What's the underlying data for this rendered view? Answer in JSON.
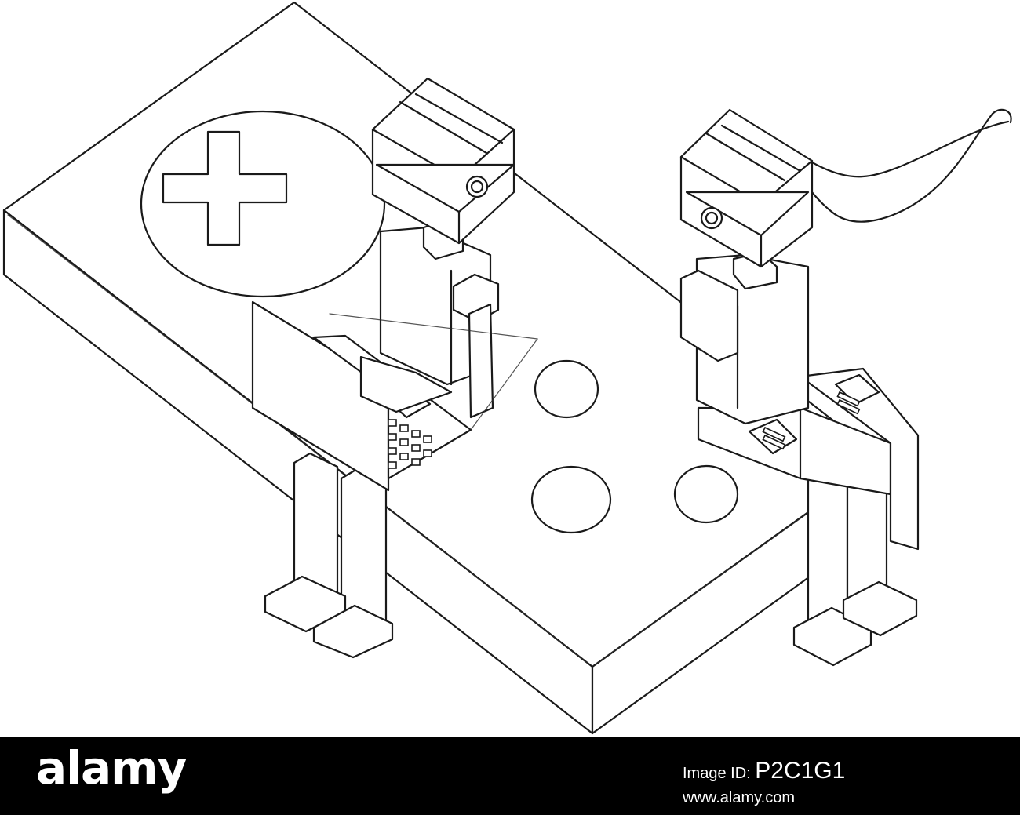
{
  "illustration": {
    "icons": [
      "medical-cross-icon",
      "robot-icon",
      "laptop-icon"
    ],
    "stroke_color": "#1a1a1a",
    "background_color": "#ffffff"
  },
  "footer": {
    "logo_text": "alamy",
    "image_id_prefix": "Image ID:",
    "image_id": "P2C1G1",
    "url": "www.alamy.com",
    "background_color": "#000000",
    "text_color": "#ffffff"
  }
}
